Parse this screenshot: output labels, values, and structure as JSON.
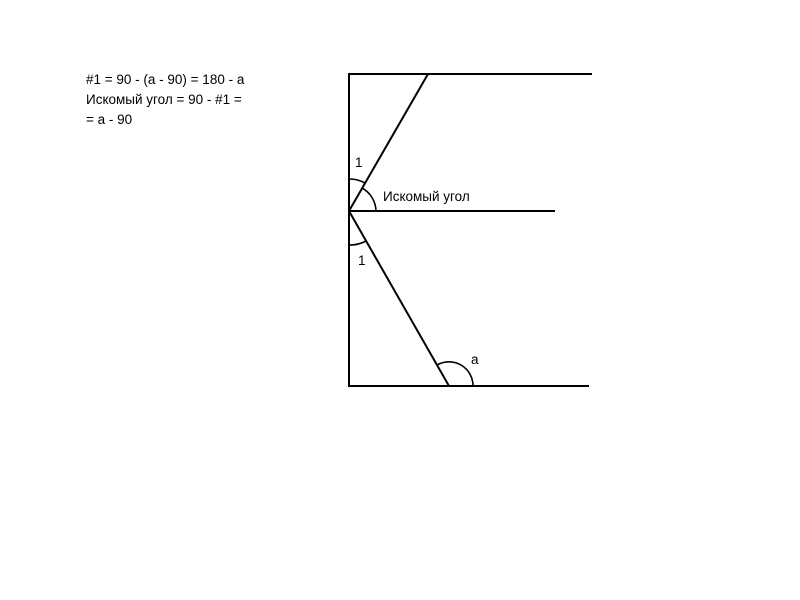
{
  "notes": {
    "line1": "#1 = 90 - (a - 90) = 180 - a",
    "line2": "Искомый угол = 90 - #1 =",
    "line3": "= a - 90"
  },
  "diagram": {
    "label_angle_1_top": "1",
    "label_angle_sought": "Искомый угол",
    "label_angle_1_bottom": "1",
    "label_angle_a": "a"
  },
  "colors": {
    "stroke": "#000000",
    "background": "#ffffff"
  }
}
